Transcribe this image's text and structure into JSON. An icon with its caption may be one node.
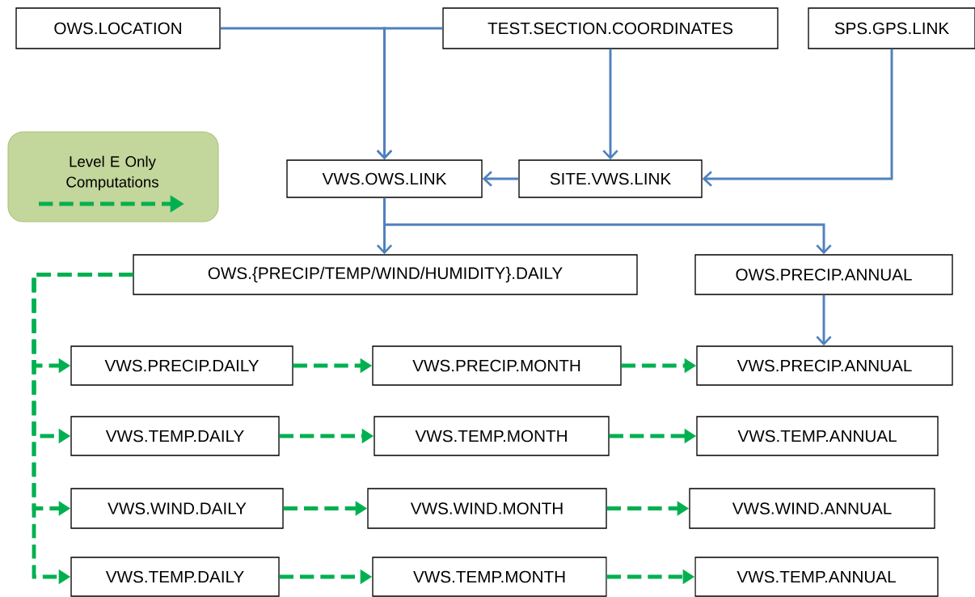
{
  "diagram": {
    "nodes": [
      {
        "text": [
          "OWS.LOCATION"
        ]
      },
      {
        "text": [
          "TEST.SECTION.COORDINATES"
        ]
      },
      {
        "text": [
          "SPS.GPS.LINK"
        ]
      },
      {
        "text": [
          "VWS.OWS.LINK"
        ]
      },
      {
        "text": [
          "SITE.VWS.LINK"
        ]
      },
      {
        "text": [
          "OWS.{PRECIP/TEMP/WIND/HUMIDITY}.DAILY"
        ]
      },
      {
        "text": [
          "OWS.PRECIP.ANNUAL"
        ]
      },
      {
        "text": [
          "VWS.PRECIP.DAILY"
        ]
      },
      {
        "text": [
          "VWS.PRECIP.MONTH"
        ]
      },
      {
        "text": [
          "VWS.PRECIP.ANNUAL"
        ]
      },
      {
        "text": [
          "VWS.TEMP.DAILY"
        ]
      },
      {
        "text": [
          "VWS.TEMP.MONTH"
        ]
      },
      {
        "text": [
          "VWS.TEMP.ANNUAL"
        ]
      },
      {
        "text": [
          "VWS.WIND.DAILY"
        ]
      },
      {
        "text": [
          "VWS.WIND.MONTH"
        ]
      },
      {
        "text": [
          "VWS.WIND.ANNUAL"
        ]
      },
      {
        "text": [
          "VWS.TEMP.DAILY"
        ]
      },
      {
        "text": [
          "VWS.TEMP.MONTH"
        ]
      },
      {
        "text": [
          "VWS.TEMP.ANNUAL"
        ]
      }
    ],
    "edges": [
      {
        "from": 0,
        "to": 3,
        "arrow": "to",
        "color": "#4f81bd"
      },
      {
        "from": 1,
        "to": 3,
        "arrow": "to",
        "color": "#4f81bd"
      },
      {
        "from": 1,
        "to": 4,
        "arrow": "to",
        "color": "#4f81bd"
      },
      {
        "from": 2,
        "to": 4,
        "arrow": "to",
        "color": "#4f81bd"
      },
      {
        "from": 4,
        "to": 3,
        "arrow": "to",
        "color": "#4f81bd"
      },
      {
        "from": 3,
        "to": 5,
        "arrow": "to",
        "color": "#4f81bd"
      },
      {
        "from": 3,
        "to": 6,
        "arrow": "to",
        "color": "#4f81bd"
      },
      {
        "from": 6,
        "to": 9,
        "arrow": "to",
        "color": "#4f81bd"
      },
      {
        "from": 5,
        "to": 7,
        "arrow": "to",
        "style": "dashed"
      },
      {
        "from": 5,
        "to": 10,
        "arrow": "to",
        "style": "dashed"
      },
      {
        "from": 5,
        "to": 13,
        "arrow": "to",
        "style": "dashed"
      },
      {
        "from": 5,
        "to": 16,
        "arrow": "to",
        "style": "dashed"
      },
      {
        "from": 7,
        "to": 8,
        "arrow": "to",
        "style": "dashed"
      },
      {
        "from": 8,
        "to": 9,
        "arrow": "to",
        "style": "dashed"
      },
      {
        "from": 10,
        "to": 11,
        "arrow": "to",
        "style": "dashed"
      },
      {
        "from": 11,
        "to": 12,
        "arrow": "to",
        "style": "dashed"
      },
      {
        "from": 13,
        "to": 14,
        "arrow": "to",
        "style": "dashed"
      },
      {
        "from": 14,
        "to": 15,
        "arrow": "to",
        "style": "dashed"
      },
      {
        "from": 16,
        "to": 17,
        "arrow": "to",
        "style": "dashed"
      },
      {
        "from": 17,
        "to": 18,
        "arrow": "to",
        "style": "dashed"
      }
    ],
    "legend": [
      {
        "text": "Level E Only Computations"
      }
    ]
  }
}
